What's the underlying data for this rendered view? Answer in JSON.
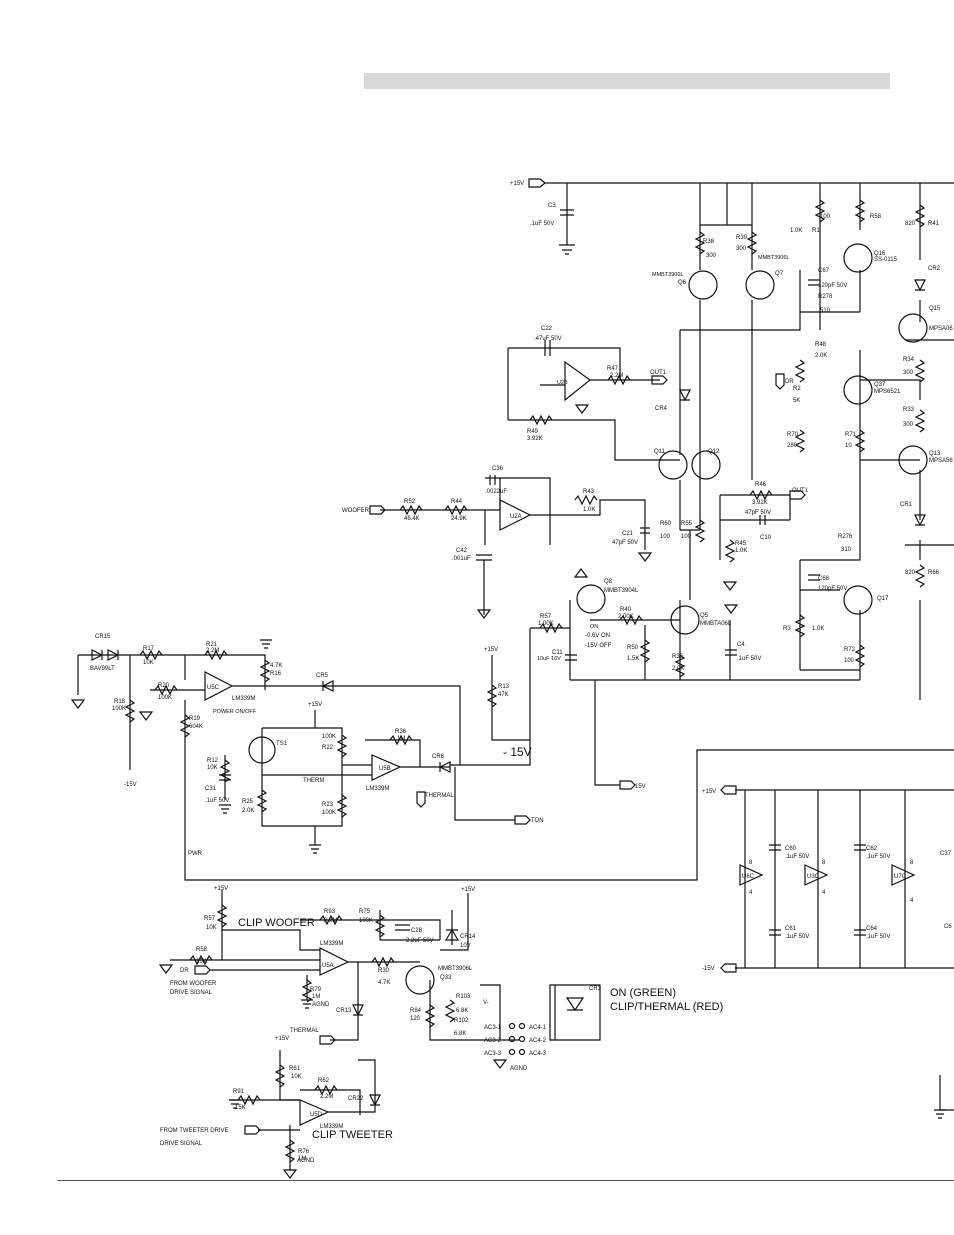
{
  "header": {
    "title_bar": ""
  },
  "supplies": {
    "p15_top": "+15V",
    "p15_clip": "+15V",
    "p15_clip2": "+15V",
    "p15_u7": "+15V",
    "m15_u7": "-15V",
    "m15_left": "-15V",
    "m15_mid": "-15V",
    "p15_r13": "+15V",
    "p15_r22": "+15V",
    "p15_r61": "+15V"
  },
  "labels": {
    "woofer_in": "WOOFER",
    "out1": "OUT1",
    "out1b": "OUT1",
    "therm": "THERM",
    "thermal": "THERMAL",
    "thermal2": "THERMAL",
    "ton": "TON",
    "pwr": "PWR",
    "power_onoff": "POWER ON/OFF",
    "clip_woofer": "CLIP WOOFER",
    "clip_tweeter": "CLIP TWEETER",
    "from_woofer": "FROM WOOFER",
    "drive_signal": "DRIVE SIGNAL",
    "from_tweeter": "FROM TWEETER DRIVE",
    "drive_signal2": "DRIVE SIGNAL",
    "dr": "DR",
    "dr2": "DR",
    "on_green": "ON (GREEN)",
    "clip_thermal": "CLIP/THERMAL (RED)",
    "on_state": "ON",
    "on_volt": "-0.6V ON",
    "off_volt": "-15V OFF",
    "agnd": "AGND",
    "agnd2": "AGND",
    "agnd3": "AGND",
    "v_minus": "V-"
  },
  "components": {
    "c3": [
      "C3",
      ".1uF 50V"
    ],
    "r38": [
      "R38",
      "300"
    ],
    "r39": [
      "R39",
      "300"
    ],
    "q6": [
      "MMBT3906L",
      "Q6"
    ],
    "q7": [
      "MMBT3906L",
      "Q7"
    ],
    "r1": [
      "1.0K",
      "R1"
    ],
    "r58": [
      "100",
      "R58"
    ],
    "q16": [
      "Q16",
      "SS-0115"
    ],
    "c67": [
      "C67",
      "120pF 50V"
    ],
    "r278": [
      "R278",
      "510"
    ],
    "r41": [
      "820",
      "R41"
    ],
    "cr2": "CR2",
    "q15": [
      "Q15",
      "MPSA06"
    ],
    "c22": [
      "C22",
      ".47uF 50V"
    ],
    "u2b": "U2B",
    "r47": [
      "R47",
      "2.2M"
    ],
    "r48": [
      "R48",
      "2.0K"
    ],
    "r2": [
      "R2",
      "5K"
    ],
    "q37": [
      "Q37",
      "MPS6521"
    ],
    "r34": [
      "R34",
      "300"
    ],
    "cr4": "CR4",
    "r49": [
      "R49",
      "3.92K"
    ],
    "r33": [
      "R33",
      "300"
    ],
    "r70": [
      "R70",
      "280"
    ],
    "r71": [
      "R71",
      "10"
    ],
    "q13": [
      "Q13",
      "MPSA56"
    ],
    "q11": "Q11",
    "q12": "Q12",
    "c36": [
      "C36",
      ".0022uF"
    ],
    "r52": [
      "R52",
      "46.4K"
    ],
    "r44": [
      "R44",
      "24.9K"
    ],
    "u2a": "U2A",
    "r43": [
      "R43",
      "1.0K"
    ],
    "r46": [
      "R46",
      "3.92K"
    ],
    "c10": [
      "47pF 50V",
      "C10"
    ],
    "cr1": "CR1",
    "c21": [
      "C21",
      "47pF 50V"
    ],
    "r60": [
      "R60",
      "100"
    ],
    "r55": [
      "R55",
      "100"
    ],
    "r45": [
      "R45",
      "1.0K"
    ],
    "c42": [
      "C42",
      ".001uF"
    ],
    "r276": [
      "R276",
      "310"
    ],
    "c68": [
      "C68",
      "120pF 50V"
    ],
    "q17": "Q17",
    "r66": [
      "820",
      "R66"
    ],
    "q8": [
      "Q8",
      "MMBT3904L"
    ],
    "r57": [
      "R57",
      "1.00K"
    ],
    "r40": [
      "R40",
      "2.00K"
    ],
    "q5": [
      "Q5",
      "MMBTA06L"
    ],
    "c11": [
      "C11",
      "10uF 16V"
    ],
    "r50": [
      "R50",
      "1.5K"
    ],
    "r35": [
      "R35",
      "2.0K"
    ],
    "c4": [
      "C4",
      ".1uF 50V"
    ],
    "r3": [
      "R3",
      "1.0K"
    ],
    "r72": [
      "R72",
      "100"
    ],
    "cr15": [
      "CR15",
      "BAV99LT"
    ],
    "r17": [
      "R17",
      "10K"
    ],
    "r21": [
      "R21",
      "2.2M"
    ],
    "r18": [
      "R18",
      "100K"
    ],
    "r20": [
      "R20",
      "100K"
    ],
    "u5c": "U5C",
    "lm339_1": "LM339M",
    "r19": [
      "R19",
      "604K"
    ],
    "r16": [
      "4.7K",
      "R16"
    ],
    "cr5": "CR5",
    "r13": [
      "R13",
      "47K"
    ],
    "ts1": "TS1",
    "r22": [
      "100K",
      "R22"
    ],
    "r36": [
      "R36",
      "1M"
    ],
    "u5b": "U5B",
    "lm339_2": "LM339M",
    "cr6": "CR6",
    "r12": [
      "R12",
      "10K"
    ],
    "c31": [
      "C31",
      ".1uF 50V"
    ],
    "r25": [
      "R25",
      "2.0K"
    ],
    "r23": [
      "R23",
      "100K"
    ],
    "m15_label": "- 15V",
    "r57b": [
      "R57",
      "10K"
    ],
    "r93": [
      "R93",
      "2.2M"
    ],
    "r75": [
      "R75",
      "100K"
    ],
    "c28": [
      "C28",
      "2.2uF 50V"
    ],
    "cr14": [
      "CR14",
      "10V"
    ],
    "r58b": [
      "R58",
      "15K"
    ],
    "u5a": "U5A",
    "lm339_3": "LM339M",
    "r30": [
      "R30",
      "4.7K"
    ],
    "q33": [
      "MMBT3906L",
      "Q33"
    ],
    "r79": [
      "R79",
      "1M"
    ],
    "cr13": "CR13",
    "r84": [
      "R84",
      "120"
    ],
    "r103": [
      "R103",
      "6.8K"
    ],
    "r102": [
      "R102",
      "6.8K"
    ],
    "cr3": "CR3",
    "ac3_1": "AC3-1",
    "ac3_2": "AC3-2",
    "ac3_3": "AC3-3",
    "ac4_1": "AC4-1",
    "ac4_2": "AC4-2",
    "ac4_3": "AC4-3",
    "r61": [
      "R61",
      "10K"
    ],
    "r62": [
      "R62",
      "2.2M"
    ],
    "r91": [
      "R91",
      "15K"
    ],
    "u5d": "U5D",
    "cr22": "CR22",
    "lm339_4": "LM339M",
    "r76": [
      "R76",
      "1M"
    ],
    "u6c": "U6C",
    "u3c": "U3C",
    "u7c": "U7C",
    "c60": [
      "C60",
      ".1uF 50V"
    ],
    "c62": [
      "C62",
      ".1uF 50V"
    ],
    "c37": "C37",
    "c61": [
      "C61",
      ".1uF 50V"
    ],
    "c64": [
      "C64",
      ".1uF 50V"
    ],
    "c65": "C6",
    "pin8a": "8",
    "pin4a": "4",
    "pin8b": "8",
    "pin4b": "4",
    "pin8c": "8",
    "pin4c": "4"
  }
}
